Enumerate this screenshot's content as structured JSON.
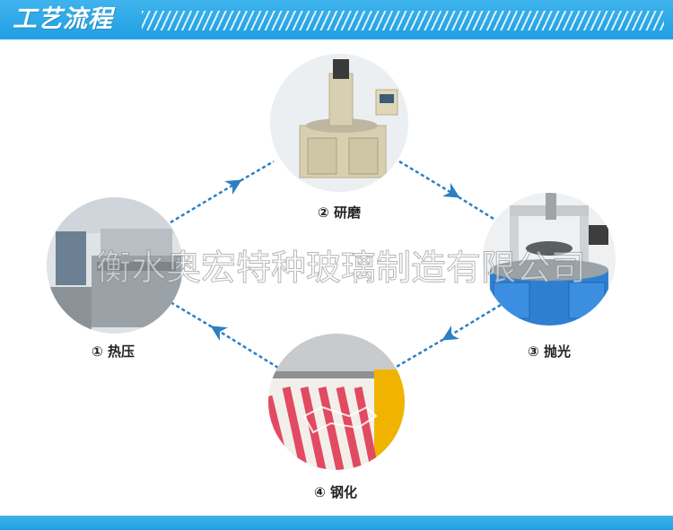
{
  "header": {
    "title": "工艺流程"
  },
  "steps": [
    {
      "id": "grinding",
      "label": "② 研磨"
    },
    {
      "id": "hot-press",
      "label": "① 热压"
    },
    {
      "id": "polishing",
      "label": "③ 抛光"
    },
    {
      "id": "tempering",
      "label": "④ 钢化"
    }
  ],
  "watermark": {
    "text": "衡水奥宏特种玻璃制造有限公司"
  },
  "colors": {
    "accent": "#1f9fe3",
    "arrow": "#2b7fc4"
  }
}
